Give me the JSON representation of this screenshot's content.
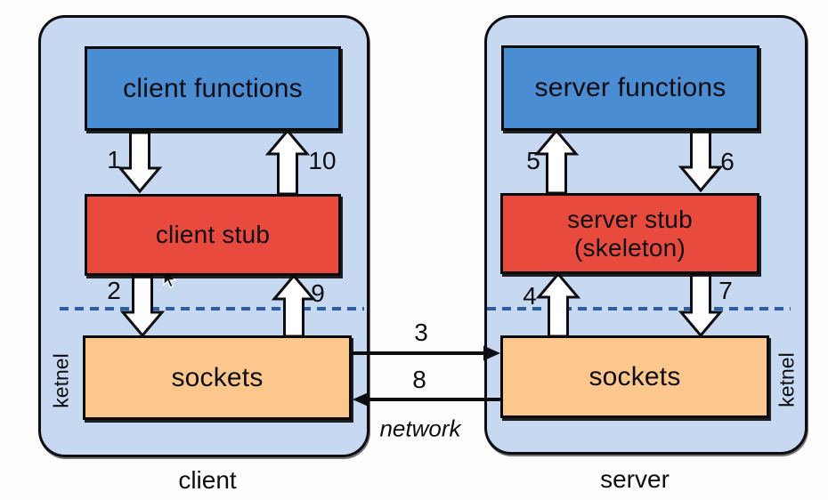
{
  "diagram": {
    "title_semantic": "remote procedure call flow",
    "client": {
      "host_label": "client",
      "kernel_label": "ketnel",
      "functions_box": "client functions",
      "stub_box": "client stub",
      "sockets_box": "sockets"
    },
    "server": {
      "host_label": "server",
      "kernel_label": "ketnel",
      "functions_box": "server functions",
      "stub_box_line1": "server stub",
      "stub_box_line2": "(skeleton)",
      "sockets_box": "sockets"
    },
    "network_label": "network",
    "step_labels": {
      "1": "1",
      "2": "2",
      "3": "3",
      "4": "4",
      "5": "5",
      "6": "6",
      "7": "7",
      "8": "8",
      "9": "9",
      "10": "10"
    }
  },
  "colors": {
    "host_fill": "#c7d9f1",
    "functions_fill": "#4a8dd3",
    "stub_fill": "#e94a3e",
    "sockets_fill": "#fbc78d",
    "dashed_line": "#2d5fa8",
    "border": "#0a0a0a",
    "background": "#fdfdfd"
  }
}
